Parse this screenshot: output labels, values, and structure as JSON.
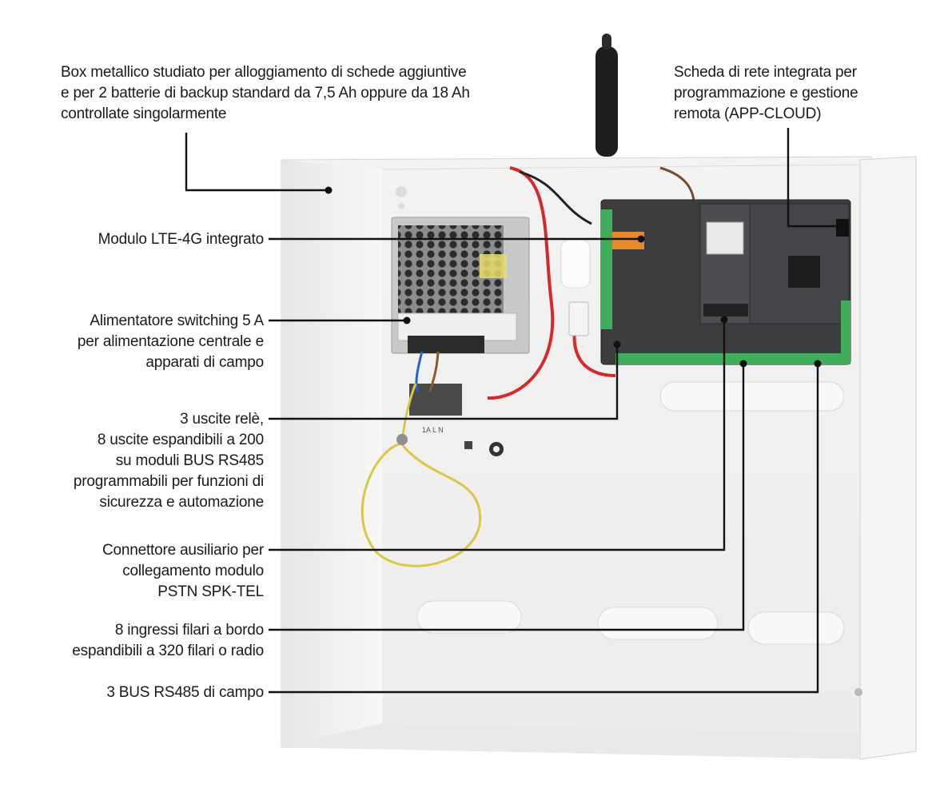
{
  "callouts": {
    "box": {
      "lines": [
        "Box metallico studiato per alloggiamento di schede aggiuntive",
        "e per 2 batterie di backup standard da 7,5 Ah oppure da 18 Ah",
        "controllate singolarmente"
      ]
    },
    "network": {
      "lines": [
        "Scheda di rete integrata per",
        "programmazione e gestione",
        "remota (APP-CLOUD)"
      ]
    },
    "lte": {
      "lines": [
        "Modulo LTE-4G integrato"
      ]
    },
    "psu": {
      "lines": [
        "Alimentatore switching 5 A",
        "per alimentazione centrale e",
        "apparati di campo"
      ]
    },
    "outputs": {
      "lines": [
        "3 uscite relè,",
        "8 uscite espandibili a 200",
        "su moduli BUS RS485",
        "programmabili per funzioni di",
        "sicurezza e automazione"
      ]
    },
    "aux": {
      "lines": [
        "Connettore ausiliario per",
        "collegamento modulo",
        "PSTN SPK-TEL"
      ]
    },
    "inputs": {
      "lines": [
        "8 ingressi filari a bordo",
        "espandibili a 320 filari o radio"
      ]
    },
    "bus": {
      "lines": [
        "3 BUS RS485 di campo"
      ]
    }
  },
  "terminal_marks": {
    "power_terminal": "1A  L  N"
  },
  "colors": {
    "text": "#1a1a1a",
    "leader": "#111111",
    "cabinet": "#f2f2f1",
    "board": "#3b3d3f",
    "terminal": "#3fae5a",
    "wire_red": "#d42a2a",
    "wire_ground": "#d8c845"
  }
}
